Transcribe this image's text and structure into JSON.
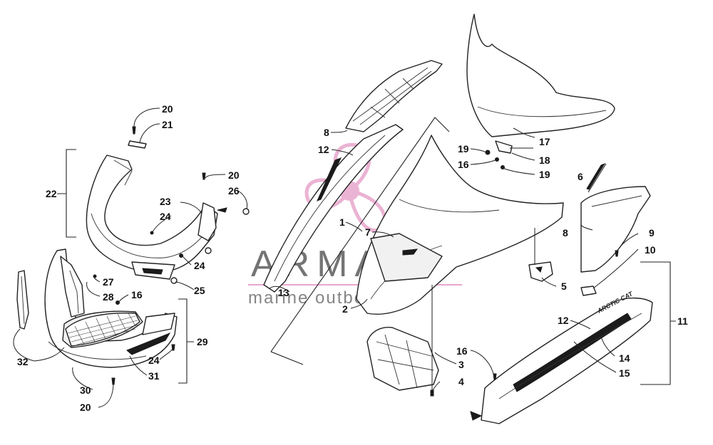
{
  "watermark": {
    "brand": "ARMADA",
    "tagline": "marine outboards",
    "colors": {
      "propeller": "#e8a6cc",
      "text": "#555555",
      "underline": "#e8a6cc"
    }
  },
  "callouts": {
    "c1": "1",
    "c2": "2",
    "c3": "3",
    "c4": "4",
    "c5": "5",
    "c6": "6",
    "c7": "7",
    "c8a": "8",
    "c8b": "8",
    "c9": "9",
    "c10": "10",
    "c11": "11",
    "c12a": "12",
    "c12b": "12",
    "c13": "13",
    "c14": "14",
    "c15": "15",
    "c16a": "16",
    "c16b": "16",
    "c16c": "16",
    "c17": "17",
    "c18": "18",
    "c19a": "19",
    "c19b": "19",
    "c20a": "20",
    "c20b": "20",
    "c20c": "20",
    "c21": "21",
    "c22": "22",
    "c23": "23",
    "c24a": "24",
    "c24b": "24",
    "c24c": "24",
    "c25": "25",
    "c26": "26",
    "c27": "27",
    "c28": "28",
    "c29": "29",
    "c30": "30",
    "c31": "31",
    "c32": "32"
  },
  "decal_text": "ARCTIC CAT"
}
